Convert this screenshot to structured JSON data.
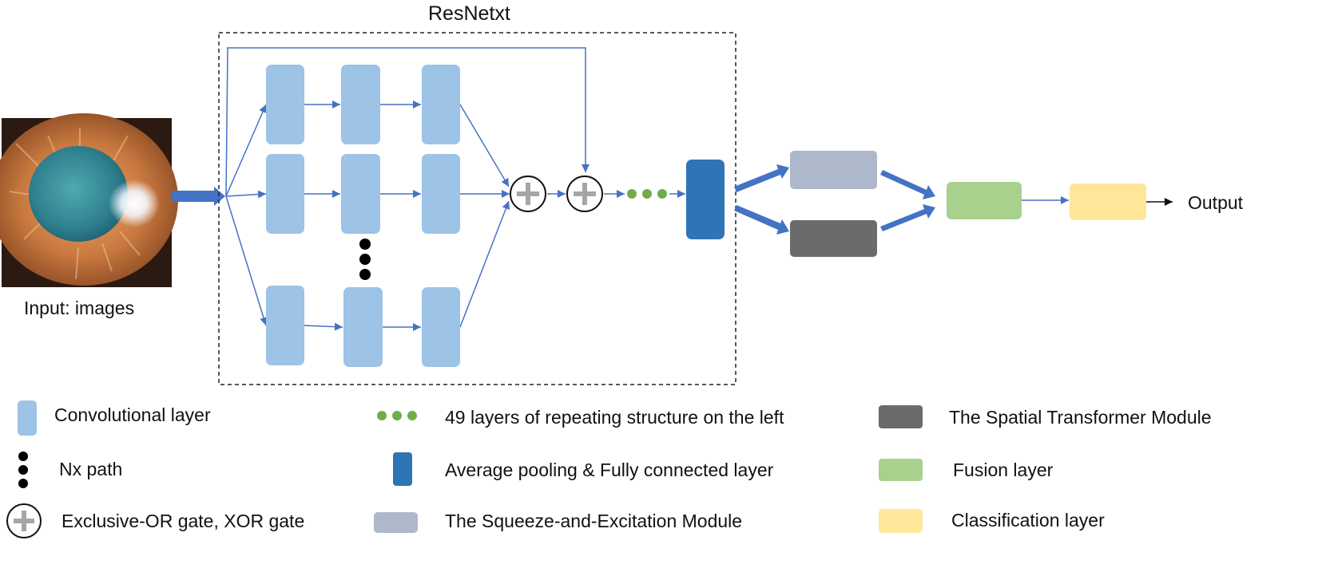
{
  "diagram": {
    "title": "ResNetxt",
    "input_label": "Input: images",
    "output_label": "Output",
    "input_image_desc": "eye-iris-photo"
  },
  "legend": {
    "conv": "Convolutional layer",
    "nx_path": "Nx path",
    "xor": "Exclusive-OR gate, XOR gate",
    "repeat": "49 layers of repeating structure on the left",
    "pool_fc": "Average pooling & Fully connected layer",
    "se": "The Squeeze-and-Excitation Module",
    "stm": "The Spatial Transformer Module",
    "fusion": "Fusion layer",
    "classification": "Classification layer"
  },
  "colors": {
    "conv": "#9dc3e6",
    "pool_fc": "#2e75b6",
    "arrow": "#4472c4",
    "se": "#adb9ca",
    "stm": "#6b6b6b",
    "fusion": "#a9d18e",
    "classification": "#ffe699",
    "dots_green": "#70ad47"
  }
}
